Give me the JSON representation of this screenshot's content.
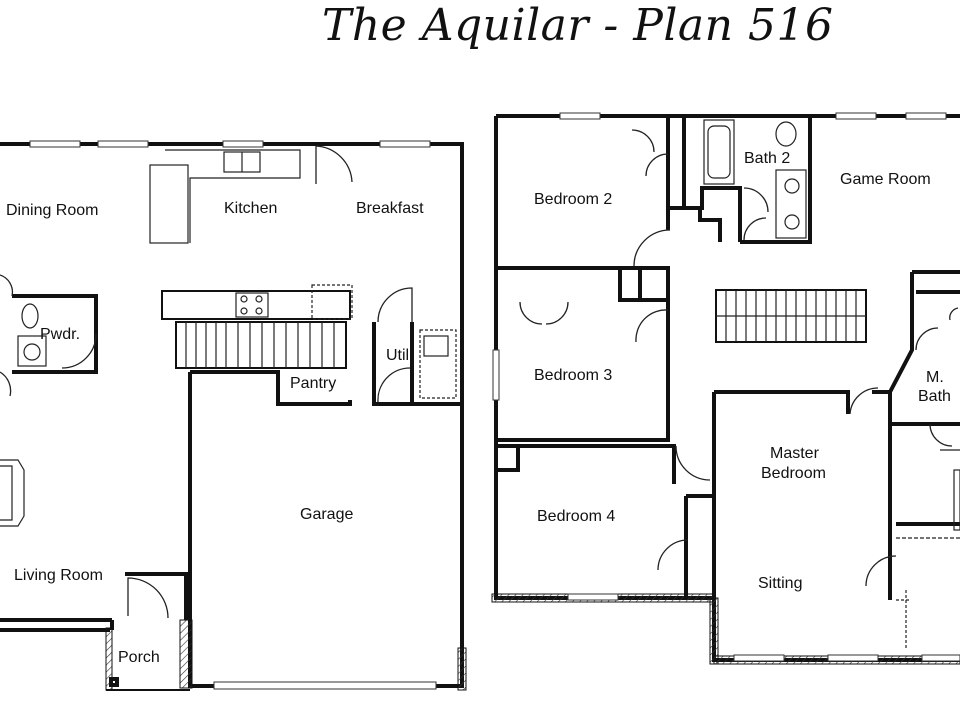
{
  "title": "The Aquilar - Plan 516",
  "first_floor": {
    "rooms": {
      "dining_room": "Dining Room",
      "kitchen": "Kitchen",
      "breakfast": "Breakfast",
      "powder": "Pwdr.",
      "util": "Util",
      "pantry": "Pantry",
      "garage": "Garage",
      "living_room": "Living Room",
      "porch": "Porch"
    }
  },
  "second_floor": {
    "rooms": {
      "bedroom_2": "Bedroom 2",
      "bath_2": "Bath 2",
      "game_room": "Game Room",
      "bedroom_3": "Bedroom 3",
      "m_bath_line1": "M.",
      "m_bath_line2": "Bath",
      "master_bedroom_line1": "Master",
      "master_bedroom_line2": "Bedroom",
      "bedroom_4": "Bedroom 4",
      "sitting": "Sitting"
    }
  }
}
